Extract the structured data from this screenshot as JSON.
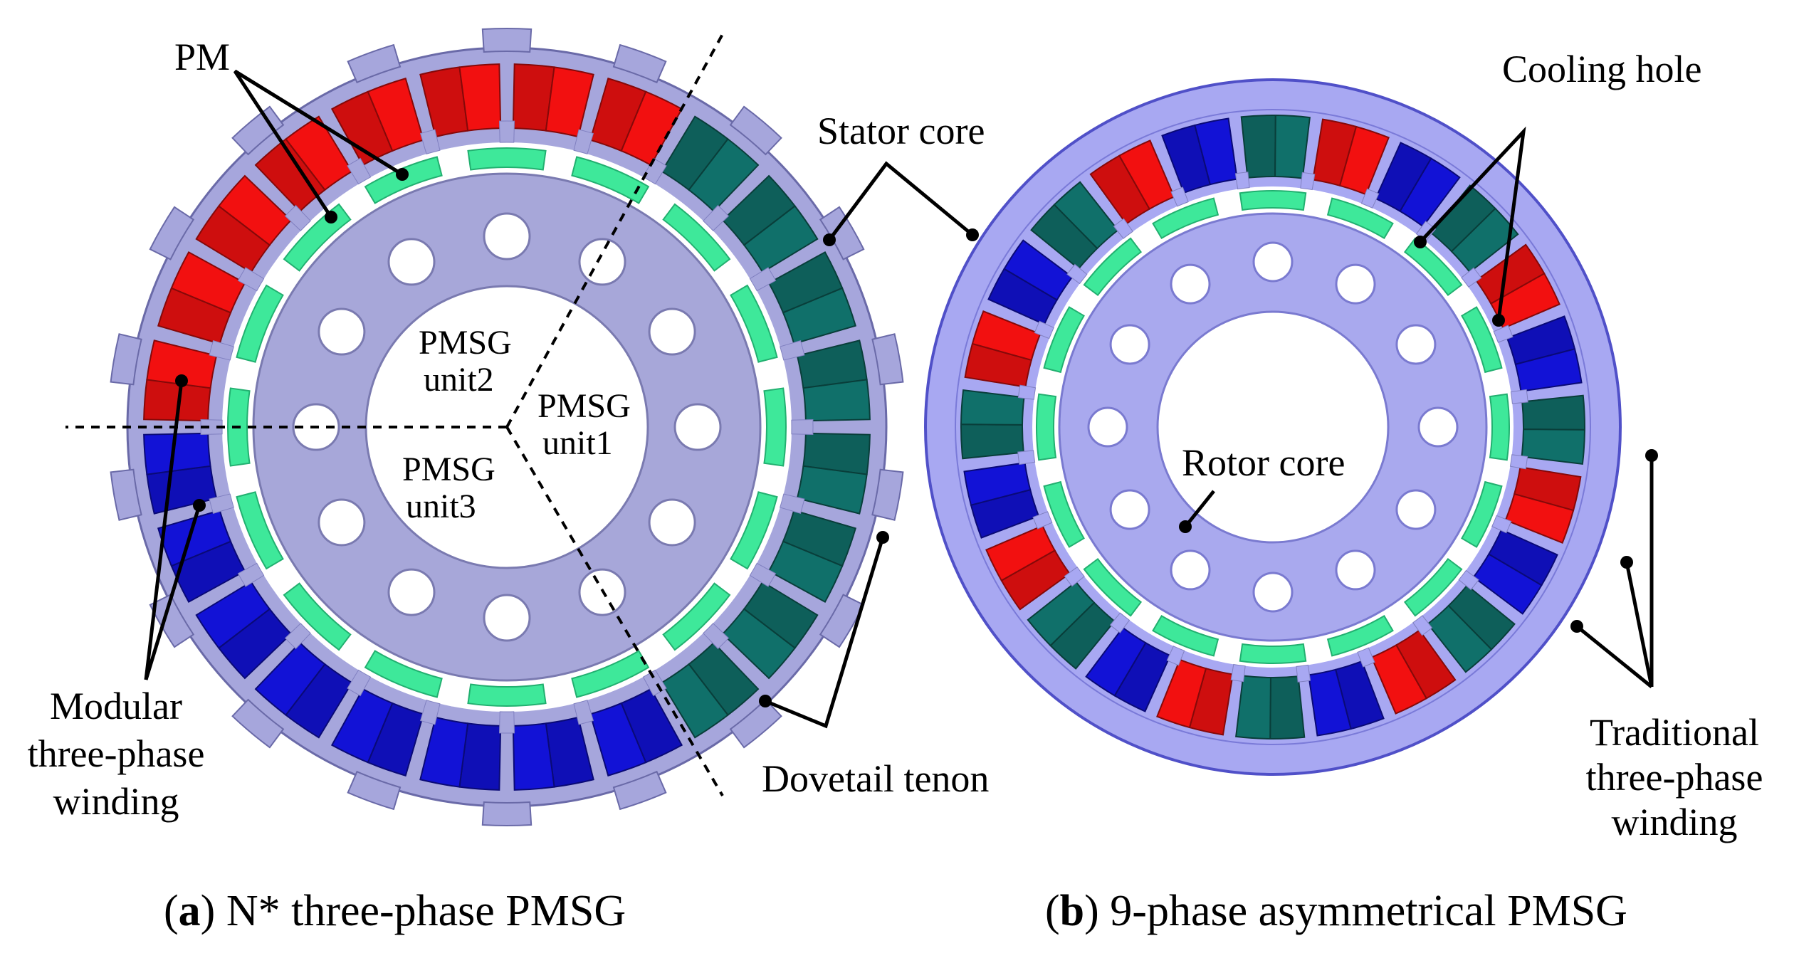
{
  "panel_a": {
    "labels": {
      "pm": "PM",
      "stator_core": "Stator core",
      "unit2_line1": "PMSG",
      "unit2_line2": "unit2",
      "unit1_line1": "PMSG",
      "unit1_line2": "unit1",
      "unit3_line1": "PMSG",
      "unit3_line2": "unit3",
      "winding_line1": "Modular",
      "winding_line2": "three-phase",
      "winding_line3": "winding",
      "dovetail": "Dovetail tenon"
    },
    "caption_letter": "a",
    "caption_text": " N* three-phase PMSG"
  },
  "panel_b": {
    "labels": {
      "cooling_hole": "Cooling hole",
      "rotor_core": "Rotor core",
      "winding_line1": "Traditional",
      "winding_line2": "three-phase",
      "winding_line3": "winding"
    },
    "caption_letter": "b",
    "caption_text": " 9-phase asymmetrical PMSG"
  },
  "colors": {
    "phase_red": "#f21010",
    "phase_blue": "#1212d6",
    "phase_teal": "#10706a",
    "pm_green": "#3ee89a",
    "stator_a": "#a6a6dc",
    "stator_b": "#a8a8f2",
    "rotor_a": "#a7a7d9",
    "rotor_b": "#a9a9ee"
  }
}
